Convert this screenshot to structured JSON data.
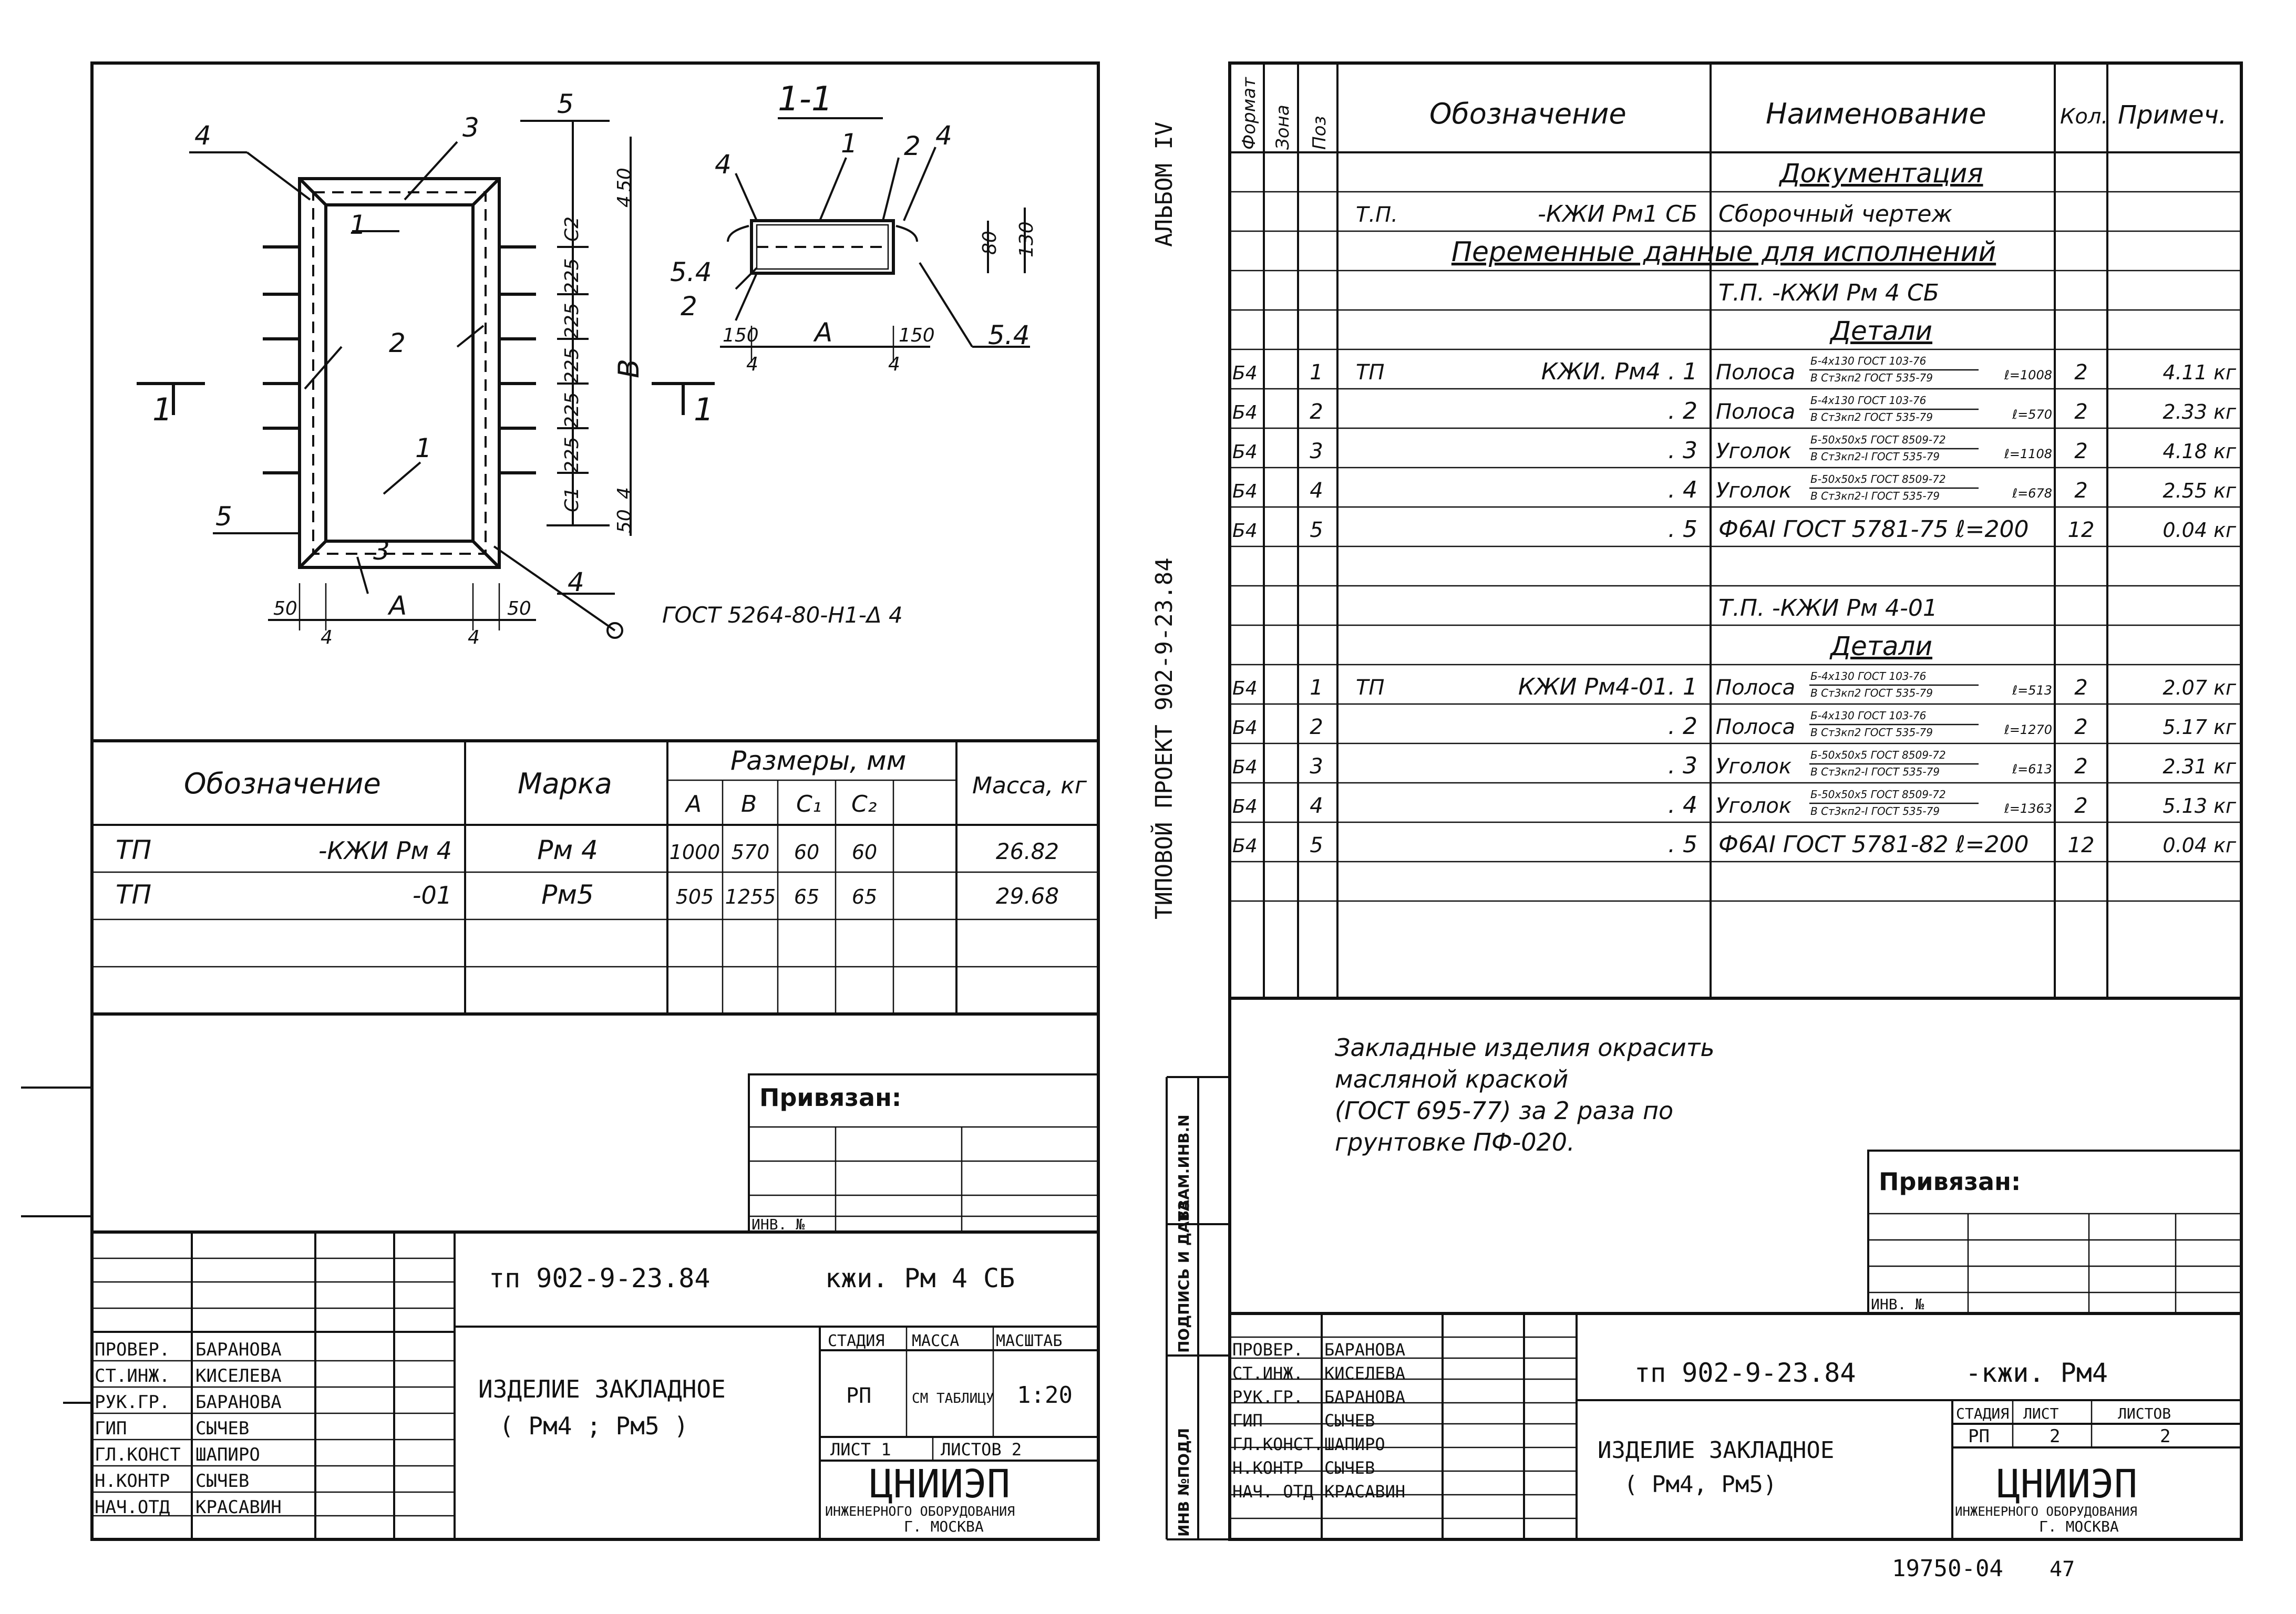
{
  "left_sheet": {
    "drawing": {
      "section_label": "1-1",
      "callouts": [
        "4",
        "3",
        "5",
        "1",
        "2",
        "1",
        "3",
        "5",
        "4",
        "4",
        "1",
        "2",
        "4",
        "5.4",
        "2",
        "5.4"
      ],
      "dims_right": [
        "50",
        "4",
        "C2",
        "225",
        "225",
        "225",
        "225",
        "225",
        "C1",
        "4",
        "50"
      ],
      "dim_b": "B",
      "dims_bottom": [
        "50",
        "4",
        "A",
        "4",
        "50"
      ],
      "section_dims": [
        "150",
        "4",
        "A",
        "4",
        "150",
        "80",
        "130"
      ],
      "cut_mark": "1",
      "weld_note": "ГОСТ 5264-80-Н1-Δ 4"
    },
    "variants_table": {
      "headers": {
        "designation": "Обозначение",
        "mark": "Марка",
        "sizes": "Размеры, мм",
        "a": "А",
        "b": "В",
        "c1": "C₁",
        "c2": "C₂",
        "mass": "Масса, кг"
      },
      "rows": [
        {
          "tp": "ТП",
          "code": "-КЖИ Рм 4",
          "mark": "Рм 4",
          "a": "1000",
          "b": "570",
          "c1": "60",
          "c2": "60",
          "mass": "26.82"
        },
        {
          "tp": "ТП",
          "code": "-01",
          "mark": "Рм5",
          "a": "505",
          "b": "1255",
          "c1": "65",
          "c2": "65",
          "mass": "29.68"
        }
      ]
    },
    "privyazan": {
      "label": "Привязан:",
      "inv_label": "ИНВ. №"
    },
    "title_block": {
      "code": "тп 902-9-23.84",
      "mark": "кжи. Рм 4 СБ",
      "name_line1": "ИЗДЕЛИЕ   ЗАКЛАДНОЕ",
      "name_line2": "( Рм4 ;  Рм5 )",
      "stage_hdr": "СТАДИЯ",
      "mass_hdr": "МАССА",
      "scale_hdr": "МАСШТАБ",
      "stage": "РП",
      "mass": "СМ ТАБЛИЦУ",
      "scale": "1:20",
      "sheet": "ЛИСТ 1",
      "sheets": "ЛИСТОВ 2",
      "org": "ЦНИИЭП",
      "org_sub": "ИНЖЕНЕРНОГО ОБОРУДОВАНИЯ",
      "city": "Г. МОСКВА",
      "people": [
        {
          "role": "ПРОВЕР.",
          "name": "БАРАНОВА"
        },
        {
          "role": "СТ.ИНЖ.",
          "name": "КИСЕЛЕВА"
        },
        {
          "role": "РУК.ГР.",
          "name": "БАРАНОВА"
        },
        {
          "role": "ГИП",
          "name": "СЫЧЕВ"
        },
        {
          "role": "ГЛ.КОНСТ",
          "name": "ШАПИРО"
        },
        {
          "role": "Н.КОНТР",
          "name": "СЫЧЕВ"
        },
        {
          "role": "НАЧ.ОТД",
          "name": "КРАСАВИН"
        }
      ]
    }
  },
  "middle_text": {
    "album": "АЛЬБОМ IV",
    "project": "ТИПОВОЙ   ПРОЕКТ 902-9-23.84",
    "side_labels": [
      "ВЗАМ.ИНВ.N",
      "ПОДПИСЬ И ДАТА",
      "ИНВ №ПОДЛ"
    ]
  },
  "spec_sheet": {
    "headers": {
      "format": "Формат",
      "zone": "Зона",
      "pos": "Поз",
      "designation": "Обозначение",
      "name": "Наименование",
      "qty": "Кол.",
      "note": "Примеч."
    },
    "rows": [
      {
        "name": "Документация",
        "kind": "section"
      },
      {
        "tp": "Т.П.",
        "designation": "-КЖИ Рм1 СБ",
        "name": "Сборочный чертеж"
      },
      {
        "wide": "Переменные данные для исполнений"
      },
      {
        "name": "Т.П.        -КЖИ Рм 4 СБ"
      },
      {
        "name": "Детали",
        "kind": "section"
      },
      {
        "format": "Б4",
        "pos": "1",
        "tp": "ТП",
        "designation": "КЖИ. Рм4 . 1",
        "name": "Полоса",
        "f1": "Б-4х130 ГОСТ 103-76",
        "f2": "В Ст3кп2 ГОСТ 535-79",
        "len": "ℓ=1008",
        "qty": "2",
        "note": "4.11 кг"
      },
      {
        "format": "Б4",
        "pos": "2",
        "designation": ". 2",
        "name": "Полоса",
        "f1": "Б-4х130 ГОСТ 103-76",
        "f2": "В Ст3кп2 ГОСТ 535-79",
        "len": "ℓ=570",
        "qty": "2",
        "note": "2.33 кг"
      },
      {
        "format": "Б4",
        "pos": "3",
        "designation": ". 3",
        "name": "Уголок",
        "f1": "Б-50х50х5 ГОСТ 8509-72",
        "f2": "В Ст3кп2-I ГОСТ 535-79",
        "len": "ℓ=1108",
        "qty": "2",
        "note": "4.18 кг"
      },
      {
        "format": "Б4",
        "pos": "4",
        "designation": ". 4",
        "name": "Уголок",
        "f1": "Б-50х50х5 ГОСТ 8509-72",
        "f2": "В Ст3кп2-I ГОСТ 535-79",
        "len": "ℓ=678",
        "qty": "2",
        "note": "2.55 кг"
      },
      {
        "format": "Б4",
        "pos": "5",
        "designation": ". 5",
        "name": "Ф6АI ГОСТ 5781-75  ℓ=200",
        "qty": "12",
        "note": "0.04 кг"
      },
      {},
      {
        "name": "Т.П.        -КЖИ  Рм 4-01"
      },
      {
        "name": "Детали",
        "kind": "section"
      },
      {
        "format": "Б4",
        "pos": "1",
        "tp": "ТП",
        "designation": "КЖИ Рм4-01. 1",
        "name": "Полоса",
        "f1": "Б-4х130 ГОСТ 103-76",
        "f2": "В Ст3кп2 ГОСТ 535-79",
        "len": "ℓ=513",
        "qty": "2",
        "note": "2.07 кг"
      },
      {
        "format": "Б4",
        "pos": "2",
        "designation": ". 2",
        "name": "Полоса",
        "f1": "Б-4х130 ГОСТ 103-76",
        "f2": "В Ст3кп2 ГОСТ 535-79",
        "len": "ℓ=1270",
        "qty": "2",
        "note": "5.17 кг"
      },
      {
        "format": "Б4",
        "pos": "3",
        "designation": ". 3",
        "name": "Уголок",
        "f1": "Б-50х50х5 ГОСТ 8509-72",
        "f2": "В Ст3кп2-I ГОСТ 535-79",
        "len": "ℓ=613",
        "qty": "2",
        "note": "2.31 кг"
      },
      {
        "format": "Б4",
        "pos": "4",
        "designation": ". 4",
        "name": "Уголок",
        "f1": "Б-50х50х5 ГОСТ 8509-72",
        "f2": "В Ст3кп2-I ГОСТ 535-79",
        "len": "ℓ=1363",
        "qty": "2",
        "note": "5.13 кг"
      },
      {
        "format": "Б4",
        "pos": "5",
        "designation": ". 5",
        "name": "Ф6АI ГОСТ 5781-82  ℓ=200",
        "qty": "12",
        "note": "0.04 кг"
      },
      {}
    ],
    "note_lines": [
      "Закладные изделия окрасить",
      "масляной краской",
      "(ГОСТ 695-77) за 2 раза по",
      "грунтовке ПФ-020."
    ],
    "privyazan": {
      "label": "Привязан:",
      "inv_label": "ИНВ. №"
    },
    "title_block": {
      "code": "тп 902-9-23.84",
      "mark": "-кжи.  Рм4",
      "name_line1": "ИЗДЕЛИЕ ЗАКЛАДНОЕ",
      "name_line2": "( Рм4,  Рм5)",
      "stage_hdr": "СТАДИЯ",
      "sheet_hdr": "ЛИСТ",
      "sheets_hdr": "ЛИСТОВ",
      "stage": "РП",
      "sheet": "2",
      "sheets": "2",
      "org": "ЦНИИЭП",
      "org_sub": "ИНЖЕНЕРНОГО ОБОРУДОВАНИЯ",
      "city": "Г. МОСКВА",
      "people": [
        {
          "role": "ПРОВЕР.",
          "name": "БАРАНОВА"
        },
        {
          "role": "СТ.ИНЖ.",
          "name": "КИСЕЛЕВА"
        },
        {
          "role": "РУК.ГР.",
          "name": "БАРАНОВА"
        },
        {
          "role": "ГИП",
          "name": "СЫЧЕВ"
        },
        {
          "role": "ГЛ.КОНСТ.",
          "name": "ШАПИРО"
        },
        {
          "role": "Н.КОНТР",
          "name": "СЫЧЕВ"
        },
        {
          "role": "НАЧ. ОТД",
          "name": "КРАСАВИН"
        }
      ]
    },
    "footer": {
      "archive": "19750-04",
      "page": "47"
    }
  }
}
